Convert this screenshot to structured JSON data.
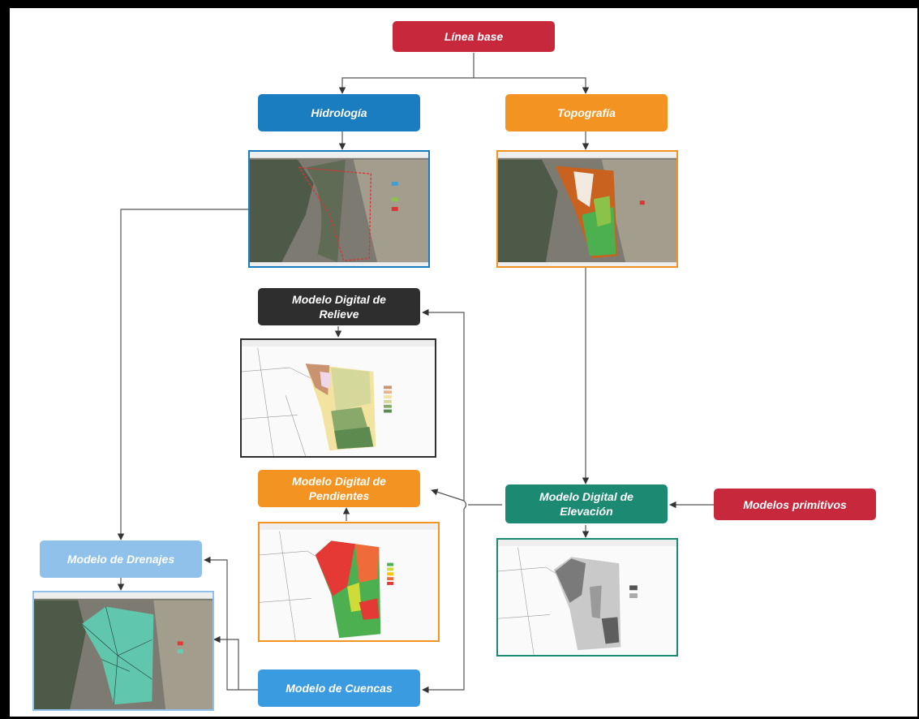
{
  "colors": {
    "red": "#c8283c",
    "blue": "#1a7dc0",
    "orange": "#f39321",
    "dark": "#2e2e2e",
    "teal": "#1c8a73",
    "light_blue": "#8fc1ea",
    "sky_blue": "#3a9be0",
    "edge": "#555555"
  },
  "nodes": {
    "linea_base": "Línea base",
    "hidrologia": "Hidrología",
    "topografia": "Topografía",
    "mdr": "Modelo Digital de\nRelieve",
    "mdp": "Modelo Digital de\nPendientes",
    "mde": "Modelo Digital de\nElevación",
    "modelos_primitivos": "Modelos primitivos",
    "drenajes": "Modelo de Drenajes",
    "cuencas": "Modelo de Cuencas"
  },
  "thumbnails": [
    {
      "id": "hidrologia-map",
      "style": "satellite-outline",
      "border": "#1a7dc0"
    },
    {
      "id": "topografia-map",
      "style": "satellite-topo",
      "border": "#f39321"
    },
    {
      "id": "relieve-map",
      "style": "relief",
      "border": "#2e2e2e"
    },
    {
      "id": "pendientes-map",
      "style": "slopes",
      "border": "#f39321"
    },
    {
      "id": "elevacion-map",
      "style": "hillshade",
      "border": "#1c8a73"
    },
    {
      "id": "drenajes-map",
      "style": "satellite-drainage",
      "border": "#8fc1ea"
    }
  ]
}
